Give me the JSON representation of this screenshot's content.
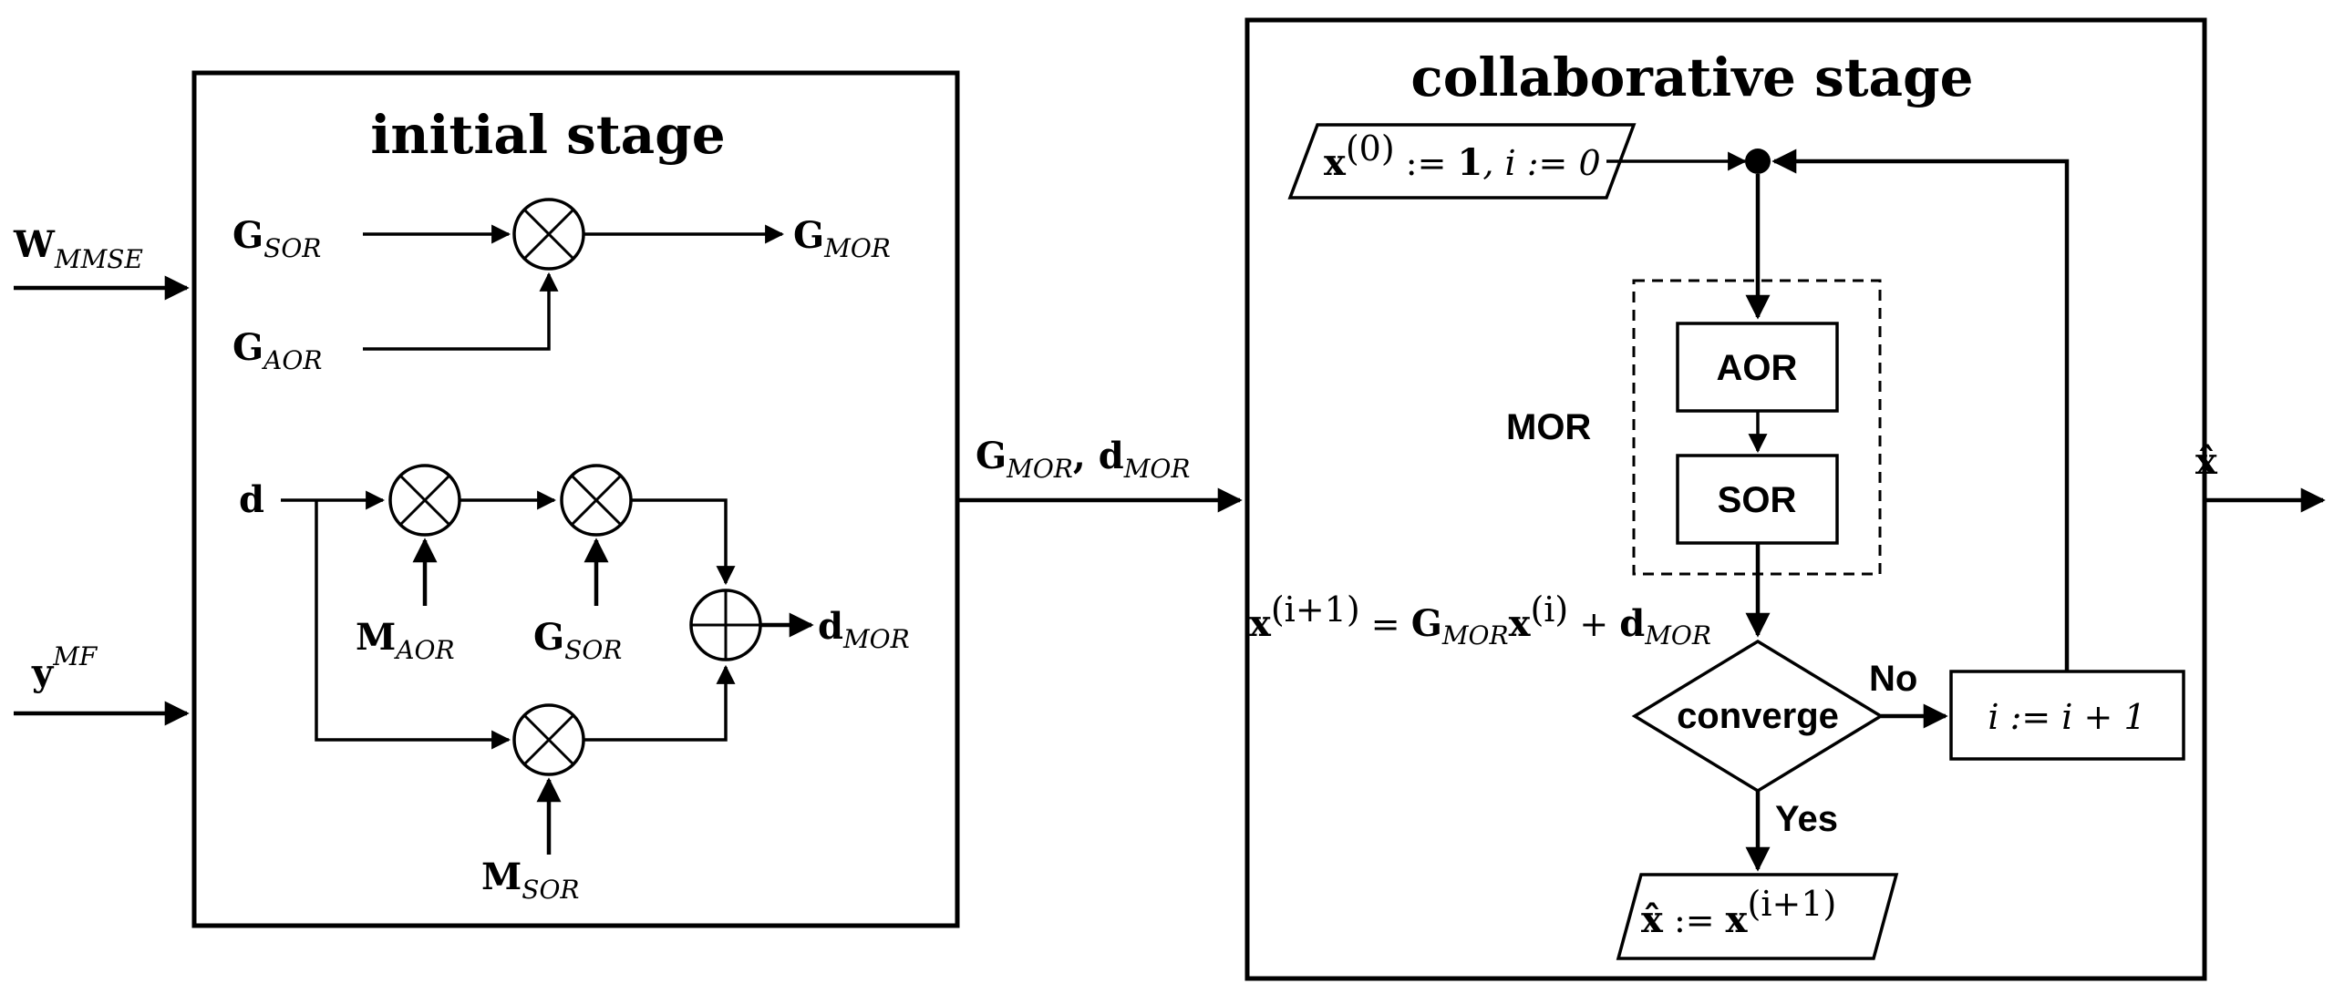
{
  "initial_stage": {
    "title": "initial stage",
    "input_w": {
      "base": "W",
      "sub": "MMSE"
    },
    "input_y": {
      "base": "y",
      "sup": "MF"
    },
    "g_sor": {
      "base": "G",
      "sub": "SOR"
    },
    "g_aor": {
      "base": "G",
      "sub": "AOR"
    },
    "g_mor": {
      "base": "G",
      "sub": "MOR"
    },
    "d": "d",
    "m_aor": {
      "base": "M",
      "sub": "AOR"
    },
    "g_sor_2": {
      "base": "G",
      "sub": "SOR"
    },
    "d_mor": {
      "base": "d",
      "sub": "MOR"
    },
    "m_sor": {
      "base": "M",
      "sub": "SOR"
    }
  },
  "link": {
    "g": "G",
    "g_sub": "MOR",
    "sep": ", ",
    "d": "d",
    "d_sub": "MOR"
  },
  "collaborative_stage": {
    "title": "collaborative stage",
    "init": {
      "x": "x",
      "x_sup": "(0)",
      "rest": " := ",
      "one": "1",
      "tail": ", i := 0"
    },
    "mor_label": "MOR",
    "aor_block": "AOR",
    "sor_block": "SOR",
    "update": {
      "x": "x",
      "x_sup": "(i+1)",
      "eq": " = ",
      "g": "G",
      "g_sub": "MOR",
      "x2": "x",
      "x2_sup": "(i)",
      "plus": " + ",
      "d": "d",
      "d_sub": "MOR"
    },
    "decision": "converge",
    "no_label": "No",
    "yes_label": "Yes",
    "increment": "i := i + 1",
    "output_box": {
      "xhat": "x̂",
      "assign": " := ",
      "x": "x",
      "x_sup": "(i+1)"
    },
    "output_label": "x̂"
  }
}
